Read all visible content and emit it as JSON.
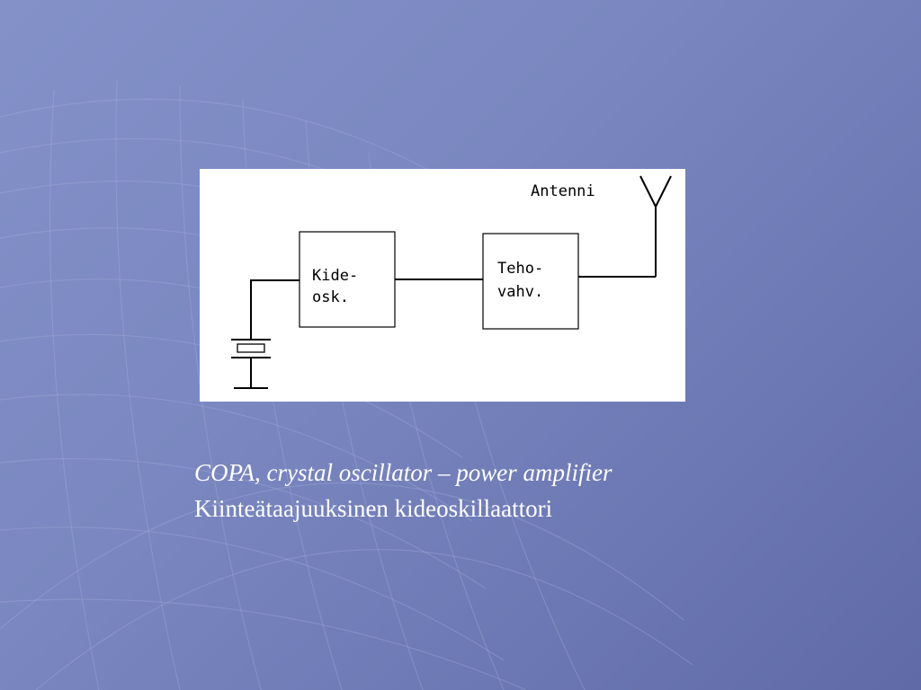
{
  "diagram": {
    "antenna_label": "Antenni",
    "oscillator_label": [
      "Kide-",
      "osk."
    ],
    "amplifier_label": [
      "Teho-",
      "vahv."
    ]
  },
  "caption": {
    "line1": "COPA, crystal oscillator – power amplifier",
    "line2": "Kiinteätaajuuksinen kideoskillaattori"
  },
  "colors": {
    "background": "#7a87c0",
    "figure_background": "#ffffff",
    "caption_text": "#ffffff"
  }
}
